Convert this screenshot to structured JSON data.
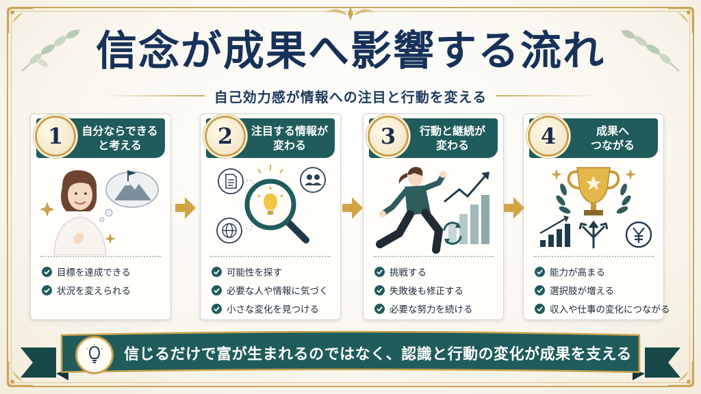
{
  "header": {
    "title": "信念が成果へ影響する流れ",
    "subtitle": "自己効力感が情報への注目と行動を変える"
  },
  "steps": [
    {
      "number": "1",
      "title": "自分ならできる\nと考える",
      "points": [
        "目標を達成できる",
        "状況を変えられる"
      ]
    },
    {
      "number": "2",
      "title": "注目する情報が\n変わる",
      "points": [
        "可能性を探す",
        "必要な人や情報に気づく",
        "小さな変化を見つける"
      ]
    },
    {
      "number": "3",
      "title": "行動と継続が\n変わる",
      "points": [
        "挑戦する",
        "失敗後も修正する",
        "必要な努力を続ける"
      ]
    },
    {
      "number": "4",
      "title": "成果へ\nつながる",
      "points": [
        "能力が高まる",
        "選択肢が増える",
        "収入や仕事の変化につながる"
      ]
    }
  ],
  "footer": {
    "message": "信じるだけで富が生まれるのではなく、認識と行動の変化が成果を支える"
  },
  "colors": {
    "navy": "#17325a",
    "teal": "#1f5c5b",
    "gold": "#c9a24e",
    "background": "#fbf8f1"
  },
  "icons": {
    "step1": [
      "woman-thinking-icon",
      "mountain-flag-thought-icon",
      "sparkle-icon"
    ],
    "step2": [
      "magnifier-lightbulb-icon",
      "document-icon",
      "people-icon",
      "globe-icon"
    ],
    "step3": [
      "running-woman-icon",
      "rising-trend-arrow-icon",
      "cycle-arrows-icon"
    ],
    "step4": [
      "trophy-icon",
      "laurel-icon",
      "bar-chart-icon",
      "branching-arrows-icon",
      "yen-icon"
    ],
    "footer": [
      "lightbulb-icon"
    ]
  }
}
